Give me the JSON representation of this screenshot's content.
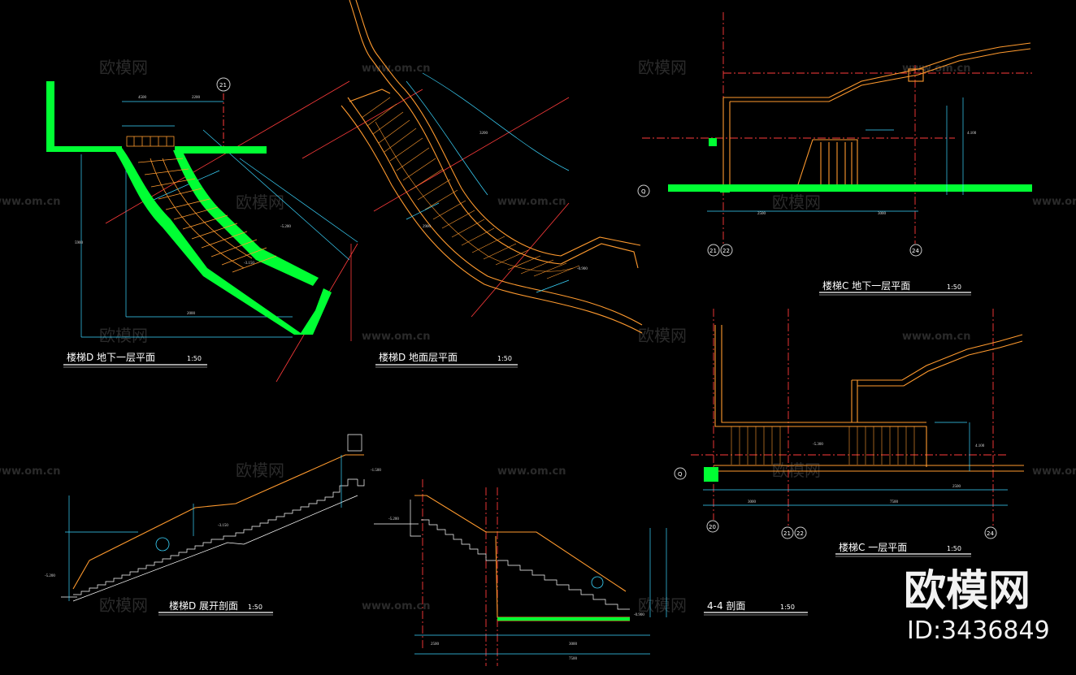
{
  "drawings": {
    "plan_b1": {
      "title": "楼梯D 地下一层平面",
      "scale": "1:50"
    },
    "plan_ground": {
      "title": "楼梯D 地面层平面",
      "scale": "1:50"
    },
    "plan_b1_right": {
      "title": "楼梯C 地下一层平面",
      "scale": "1:50"
    },
    "plan_level1_right": {
      "title": "楼梯C 一层平面",
      "scale": "1:50"
    },
    "section_unfold": {
      "title": "楼梯D 展开剖面",
      "scale": "1:50"
    },
    "section_44": {
      "title": "4-4   剖面",
      "scale": "1:50"
    }
  },
  "axis_labels": [
    "21",
    "Q",
    "21",
    "22",
    "24",
    "Q",
    "20",
    "21",
    "22",
    "24"
  ],
  "dims": {
    "d1": "4500",
    "d2": "2200",
    "d3": "3200",
    "d4": "2900",
    "d5": "2000",
    "d6": "5900",
    "d7": "2500",
    "d8": "3000",
    "d9": "7500",
    "d10": "2500",
    "lv1": "-5.200",
    "lv2": "-3.150",
    "lv3": "-1.500",
    "lv4": "-0.900",
    "lv5": "4.100",
    "lv6": "-5.300"
  },
  "watermarks": {
    "cn": "欧模网",
    "url": "www.om.cn"
  },
  "brand": {
    "logo": "欧模网",
    "id": "ID:3436849"
  },
  "colors": {
    "wall": "#00ff33",
    "orange": "#ff9a2e",
    "cyan": "#3ad6ff",
    "red": "#ff3b3b",
    "white": "#ffffff"
  }
}
